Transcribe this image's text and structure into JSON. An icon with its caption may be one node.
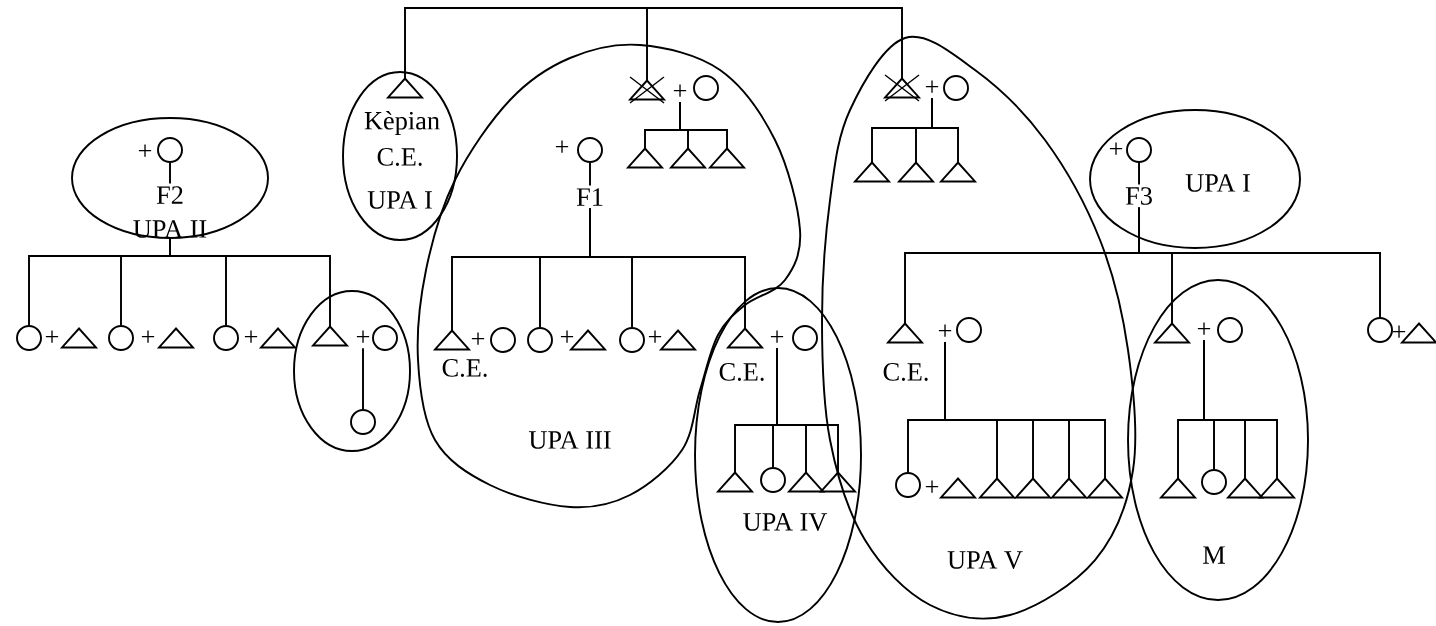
{
  "diagram": {
    "nodes": [
      {
        "text": [
          "UPA II"
        ]
      },
      {
        "text": [],
        "shape": "circle",
        "in": 0
      },
      {
        "text": [],
        "shape": "circle"
      },
      {
        "text": [],
        "shape": "triangle"
      },
      {
        "text": [],
        "shape": "circle"
      },
      {
        "text": [],
        "shape": "triangle"
      },
      {
        "text": [],
        "shape": "circle"
      },
      {
        "text": [],
        "shape": "triangle"
      },
      {
        "text": [],
        "shape": "ellipse"
      },
      {
        "text": [],
        "shape": "triangle",
        "in": 8
      },
      {
        "text": [
          "+"
        ],
        "in": 8
      },
      {
        "text": [],
        "shape": "circle",
        "in": 8
      },
      {
        "text": [],
        "shape": "circle",
        "in": 8
      },
      {
        "text": [
          "UPA I"
        ]
      },
      {
        "text": [],
        "shape": "triangle",
        "in": 13,
        "beside": [
          "Kèpian",
          "C.E."
        ]
      },
      {
        "text": [
          "UPA III"
        ]
      },
      {
        "text": [],
        "shape": "triangle",
        "in": 15
      },
      {
        "text": [
          "+"
        ],
        "in": 15
      },
      {
        "text": [],
        "shape": "circle",
        "in": 15
      },
      {
        "text": [],
        "shape": "triangle",
        "in": 15
      },
      {
        "text": [],
        "shape": "triangle",
        "in": 15
      },
      {
        "text": [],
        "shape": "triangle",
        "in": 15
      },
      {
        "text": [],
        "shape": "circle",
        "in": 15
      },
      {
        "text": [],
        "shape": "triangle",
        "in": 15,
        "beside": [
          "C.E."
        ]
      },
      {
        "text": [],
        "shape": "circle",
        "in": 15
      },
      {
        "text": [],
        "shape": "circle",
        "in": 15
      },
      {
        "text": [],
        "shape": "triangle",
        "in": 15
      },
      {
        "text": [],
        "shape": "circle",
        "in": 15
      },
      {
        "text": [],
        "shape": "triangle",
        "in": 15
      },
      {
        "text": [
          "UPA IV"
        ]
      },
      {
        "text": [],
        "shape": "triangle",
        "in": 29,
        "beside": [
          "C.E."
        ]
      },
      {
        "text": [
          "+"
        ],
        "in": 29
      },
      {
        "text": [],
        "shape": "circle",
        "in": 29
      },
      {
        "text": [],
        "shape": "triangle",
        "in": 29
      },
      {
        "text": [],
        "shape": "circle",
        "in": 29
      },
      {
        "text": [],
        "shape": "triangle",
        "in": 29
      },
      {
        "text": [],
        "shape": "triangle",
        "in": 29
      },
      {
        "text": [
          "UPA V"
        ]
      },
      {
        "text": [],
        "shape": "triangle",
        "in": 37
      },
      {
        "text": [
          "+"
        ],
        "in": 37
      },
      {
        "text": [],
        "shape": "circle",
        "in": 37
      },
      {
        "text": [],
        "shape": "triangle",
        "in": 37
      },
      {
        "text": [],
        "shape": "triangle",
        "in": 37
      },
      {
        "text": [],
        "shape": "triangle",
        "in": 37
      },
      {
        "text": [],
        "shape": "triangle",
        "in": 37,
        "beside": [
          "C.E."
        ]
      },
      {
        "text": [
          "+"
        ],
        "in": 37
      },
      {
        "text": [],
        "shape": "circle",
        "in": 37
      },
      {
        "text": [],
        "shape": "circle",
        "in": 37
      },
      {
        "text": [],
        "shape": "triangle",
        "in": 37
      },
      {
        "text": [],
        "shape": "triangle",
        "in": 37
      },
      {
        "text": [],
        "shape": "triangle",
        "in": 37
      },
      {
        "text": [],
        "shape": "triangle",
        "in": 37
      },
      {
        "text": [],
        "shape": "triangle",
        "in": 37
      },
      {
        "text": [
          "UPA I"
        ]
      },
      {
        "text": [],
        "shape": "circle",
        "in": 53
      },
      {
        "text": [
          "M"
        ]
      },
      {
        "text": [],
        "shape": "triangle",
        "in": 55
      },
      {
        "text": [
          "+"
        ],
        "in": 55
      },
      {
        "text": [],
        "shape": "circle",
        "in": 55
      },
      {
        "text": [],
        "shape": "triangle",
        "in": 55
      },
      {
        "text": [],
        "shape": "circle",
        "in": 55
      },
      {
        "text": [],
        "shape": "triangle",
        "in": 55
      },
      {
        "text": [],
        "shape": "triangle",
        "in": 55
      },
      {
        "text": [],
        "shape": "circle"
      },
      {
        "text": [],
        "shape": "triangle"
      },
      {
        "text": [
          "F2"
        ],
        "in": 0
      },
      {
        "text": [
          "F1"
        ],
        "in": 15
      },
      {
        "text": [
          "F3"
        ],
        "in": 53
      }
    ],
    "edges": [
      {
        "from": null,
        "to": 14,
        "arrow": "none"
      },
      {
        "from": null,
        "to": 16,
        "arrow": "none"
      },
      {
        "from": null,
        "to": 38,
        "arrow": "none"
      },
      {
        "from": 1,
        "to": 65,
        "arrow": "none"
      },
      {
        "from": 0,
        "to": 2,
        "arrow": "none"
      },
      {
        "from": 0,
        "to": 4,
        "arrow": "none"
      },
      {
        "from": 0,
        "to": 6,
        "arrow": "none"
      },
      {
        "from": 0,
        "to": 9,
        "arrow": "none"
      },
      {
        "from": 10,
        "to": 12,
        "arrow": "none"
      },
      {
        "from": 17,
        "to": 19,
        "arrow": "none"
      },
      {
        "from": 17,
        "to": 20,
        "arrow": "none"
      },
      {
        "from": 17,
        "to": 21,
        "arrow": "none"
      },
      {
        "from": 22,
        "to": 66,
        "arrow": "none"
      },
      {
        "from": 66,
        "to": 23,
        "arrow": "none"
      },
      {
        "from": 66,
        "to": 25,
        "arrow": "none"
      },
      {
        "from": 66,
        "to": 27,
        "arrow": "none"
      },
      {
        "from": 66,
        "to": 30,
        "arrow": "none"
      },
      {
        "from": 31,
        "to": 33,
        "arrow": "none"
      },
      {
        "from": 31,
        "to": 34,
        "arrow": "none"
      },
      {
        "from": 31,
        "to": 35,
        "arrow": "none"
      },
      {
        "from": 31,
        "to": 36,
        "arrow": "none"
      },
      {
        "from": 39,
        "to": 41,
        "arrow": "none"
      },
      {
        "from": 39,
        "to": 42,
        "arrow": "none"
      },
      {
        "from": 39,
        "to": 43,
        "arrow": "none"
      },
      {
        "from": 54,
        "to": 67,
        "arrow": "none"
      },
      {
        "from": 67,
        "to": 44,
        "arrow": "none"
      },
      {
        "from": 67,
        "to": 56,
        "arrow": "none"
      },
      {
        "from": 67,
        "to": 63,
        "arrow": "none"
      },
      {
        "from": 45,
        "to": 47,
        "arrow": "none"
      },
      {
        "from": 45,
        "to": 49,
        "arrow": "none"
      },
      {
        "from": 45,
        "to": 50,
        "arrow": "none"
      },
      {
        "from": 45,
        "to": 51,
        "arrow": "none"
      },
      {
        "from": 45,
        "to": 52,
        "arrow": "none"
      },
      {
        "from": 57,
        "to": 59,
        "arrow": "none"
      },
      {
        "from": 57,
        "to": 60,
        "arrow": "none"
      },
      {
        "from": 57,
        "to": 61,
        "arrow": "none"
      },
      {
        "from": 57,
        "to": 62,
        "arrow": "none"
      }
    ],
    "labels": [
      "+",
      "+",
      "+",
      "+",
      "+",
      "+",
      "+",
      "+",
      "+",
      "+",
      "+"
    ]
  }
}
